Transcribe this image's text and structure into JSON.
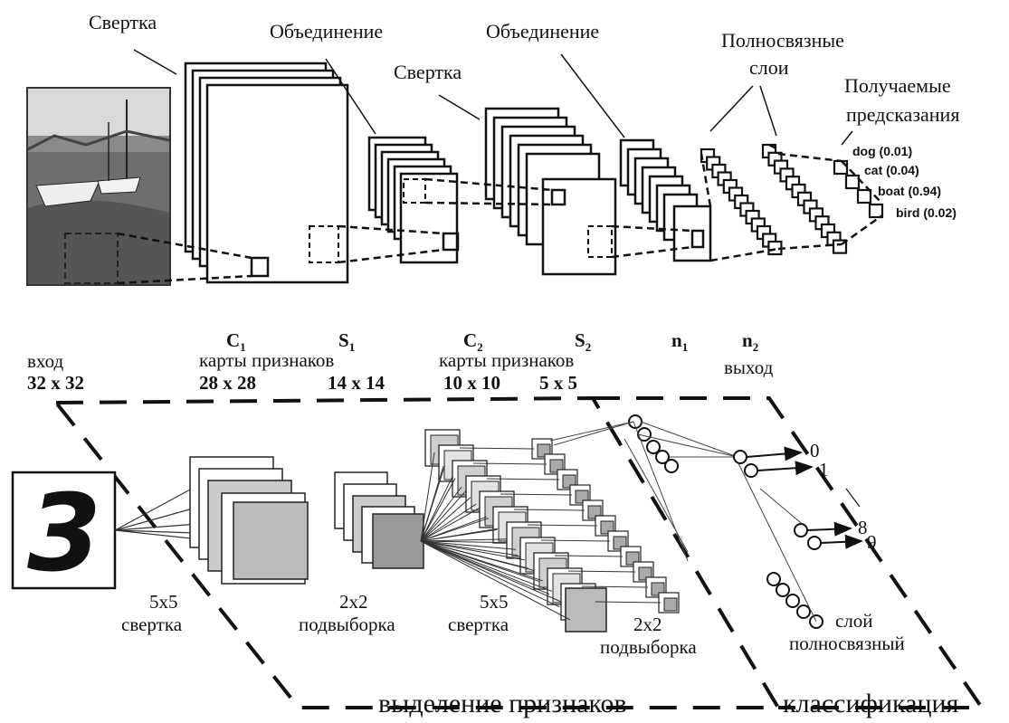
{
  "top": {
    "labels": {
      "conv1": "Свертка",
      "pool1": "Объединение",
      "conv2": "Свертка",
      "pool2": "Объединение",
      "fc_line1": "Полносвязные",
      "fc_line2": "слои",
      "pred_line1": "Получаемые",
      "pred_line2": "предсказания"
    },
    "predictions": [
      {
        "label": "dog",
        "value": "(0.01)"
      },
      {
        "label": "cat",
        "value": "(0.04)"
      },
      {
        "label": "boat",
        "value": "(0.94)"
      },
      {
        "label": "bird",
        "value": "(0.02)"
      }
    ]
  },
  "bottom": {
    "headers": {
      "input_label": "вход",
      "input_size": "32 x 32",
      "c1_name": "C",
      "c1_sub": "1",
      "c1_desc": "карты признаков",
      "c1_size": "28 x 28",
      "s1_name": "S",
      "s1_sub": "1",
      "s1_size": "14 x 14",
      "c2_name": "C",
      "c2_sub": "2",
      "c2_desc": "карты признаков",
      "c2_size": "10 x 10",
      "s2_name": "S",
      "s2_sub": "2",
      "s2_size": "5 x 5",
      "n1_name": "n",
      "n1_sub": "1",
      "n2_name": "n",
      "n2_sub": "2",
      "output_label": "выход"
    },
    "input_digit": "3",
    "ops": {
      "conv1_size": "5x5",
      "conv1_name": "свертка",
      "pool1_size": "2x2",
      "pool1_name": "подвыборка",
      "conv2_size": "5x5",
      "conv2_name": "свертка",
      "pool2_size": "2x2",
      "pool2_name": "подвыборка",
      "fc_line1": "слой",
      "fc_line2": "полносвязный"
    },
    "outputs": {
      "o0": "0",
      "o1": "1",
      "o8": "8",
      "o9": "9"
    },
    "sections": {
      "features": "выделение признаков",
      "classification": "классификация"
    }
  }
}
